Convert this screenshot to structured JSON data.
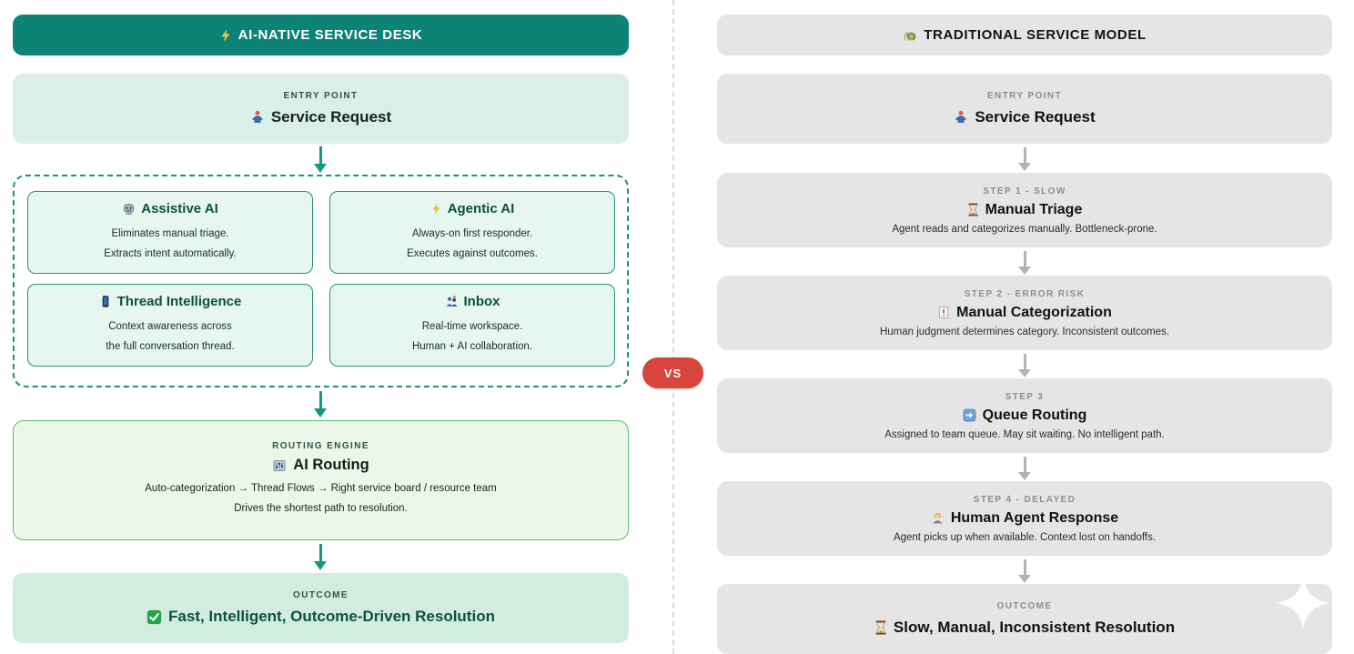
{
  "left": {
    "header": {
      "icon": "lightning-bolt",
      "label": "AI-NATIVE SERVICE DESK"
    },
    "entry": {
      "label": "ENTRY POINT",
      "icon": "person",
      "title": "Service Request"
    },
    "cards": [
      {
        "icon": "robot",
        "title": "Assistive AI",
        "lines": [
          "Eliminates manual triage.",
          "Extracts intent automatically."
        ]
      },
      {
        "icon": "lightning-bolt",
        "title": "Agentic AI",
        "lines": [
          "Always-on first responder.",
          "Executes against outcomes."
        ]
      },
      {
        "icon": "mobile-phone",
        "title": "Thread Intelligence",
        "lines": [
          "Context awareness across",
          "the full conversation thread."
        ]
      },
      {
        "icon": "people",
        "title": "Inbox",
        "lines": [
          "Real-time workspace.",
          "Human + AI collaboration."
        ]
      }
    ],
    "routing": {
      "label": "ROUTING ENGINE",
      "icon": "control-knobs",
      "title": "AI Routing",
      "lines": [
        "Auto-categorization → Thread Flows → Right service board / resource team",
        "Drives the shortest path to resolution."
      ]
    },
    "outcome": {
      "label": "OUTCOME",
      "icon": "check-mark",
      "title": "Fast, Intelligent, Outcome-Driven Resolution"
    }
  },
  "divider": {
    "vs": "VS"
  },
  "right": {
    "header": {
      "icon": "snail",
      "label": "TRADITIONAL SERVICE MODEL"
    },
    "entry": {
      "label": "ENTRY POINT",
      "icon": "person",
      "title": "Service Request"
    },
    "steps": [
      {
        "label": "STEP 1 - SLOW",
        "icon": "hourglass",
        "title": "Manual Triage",
        "desc": "Agent reads and categorizes manually. Bottleneck-prone."
      },
      {
        "label": "STEP 2 - ERROR RISK",
        "icon": "warning-card",
        "title": "Manual Categorization",
        "desc": "Human judgment determines category. Inconsistent outcomes."
      },
      {
        "label": "STEP 3",
        "icon": "arrow-right-tile",
        "title": "Queue Routing",
        "desc": "Assigned to team queue. May sit waiting. No intelligent path."
      },
      {
        "label": "STEP 4 - DELAYED",
        "icon": "human-agent",
        "title": "Human Agent Response",
        "desc": "Agent picks up when available. Context lost on handoffs."
      }
    ],
    "outcome": {
      "label": "OUTCOME",
      "icon": "hourglass",
      "title": "Slow, Manual, Inconsistent Resolution"
    }
  },
  "colors": {
    "accent_teal": "#0d8276",
    "light_teal_bg": "#d9efe7",
    "mint_card_bg": "#e7f6ef",
    "teal_border": "#1b9180",
    "routing_green_bg": "#ebf8e9",
    "routing_green_border": "#62b866",
    "outcome_teal_bg": "#d2ecdf",
    "dark_teal_text": "#0d5044",
    "gray_box_bg": "#e5e5e6",
    "vs_red": "#d7453c",
    "arrow_teal": "#13997f",
    "arrow_gray": "#b3b3b3"
  }
}
